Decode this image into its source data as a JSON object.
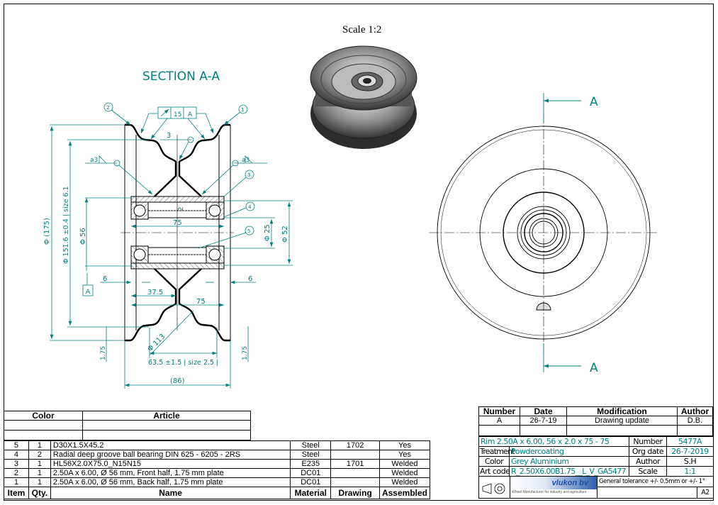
{
  "scale_title": "Scale 1:2",
  "section": {
    "title": "SECTION A-A",
    "balloons": [
      "1",
      "2",
      "3",
      "4",
      "5"
    ],
    "tolerance_frame": {
      "value": "15",
      "datum": "A"
    },
    "weld_size": "3",
    "weld_a3_left": "a3",
    "weld_a3_right": "a3",
    "datum_label": "A",
    "dims": {
      "d175": "Φ (175)",
      "d1516": "Φ 151.6 ±0.4 | size 6.1",
      "d56": "Φ 56",
      "d25": "Φ 25",
      "d52": "Φ 52",
      "w75_top": "75",
      "wall2": "2",
      "w6_left": "6",
      "w6_right": "6",
      "w37_5": "37.5",
      "w75_bottom": "75",
      "d113": "Φ 113",
      "t175_left": "1.75",
      "t175_right": "1.75",
      "w63_5": "63.5 ±1.5 | size 2.5 |",
      "w86": "(86)"
    }
  },
  "side_view": {
    "section_mark_top": "A",
    "section_mark_bottom": "A"
  },
  "bom": {
    "top_headers": {
      "color": "Color",
      "article": "Article"
    },
    "headers": [
      "Item",
      "Qty.",
      "Name",
      "Material",
      "Drawing",
      "Assembled"
    ],
    "rows": [
      {
        "item": "5",
        "qty": "1",
        "name": "D30X1.5X45.2",
        "material": "Steel",
        "drawing": "1702",
        "assembled": "Yes"
      },
      {
        "item": "4",
        "qty": "2",
        "name": "Radial deep groove ball bearing DIN 625 - 6205 - 2RS",
        "material": "Steel",
        "drawing": "",
        "assembled": "Yes"
      },
      {
        "item": "3",
        "qty": "1",
        "name": "HL56X2.0X75.0_N15N15",
        "material": "E235",
        "drawing": "1701",
        "assembled": "Welded"
      },
      {
        "item": "2",
        "qty": "1",
        "name": "2.50A x 6.00,  Ø 56 mm, Front half, 1.75 mm plate",
        "material": "DC01",
        "drawing": "",
        "assembled": "Welded"
      },
      {
        "item": "1",
        "qty": "1",
        "name": "2.50A x 6.00,  Ø 56 mm, Back half, 1.75 mm plate",
        "material": "DC01",
        "drawing": "",
        "assembled": "Welded"
      }
    ]
  },
  "revisions": {
    "headers": [
      "Number",
      "Date",
      "Modification",
      "Author"
    ],
    "rows": [
      {
        "number": "A",
        "date": "26-7-19",
        "modification": "Drawing update",
        "author": "D.B."
      }
    ]
  },
  "title_block": {
    "description": "Rim 2.50A x 6.00,  56 x 2.0 x 75 - 75",
    "number_label": "Number",
    "number": "5477A",
    "treatment_label": "Treatment",
    "treatment": "Powdercoating",
    "org_date_label": "Org date",
    "org_date": "26-7-2019",
    "color_label": "Color",
    "color": "Grey Aluminium",
    "author_label": "Author",
    "author": "S.H",
    "art_code_label": "Art code",
    "art_code": "R_2.50X6.00B1.75__L_V_GA5477",
    "scale_label": "Scale",
    "scale": "1:1",
    "company": "vlukon bv",
    "company_tagline": "Wheel Manufacturer for industry and agriculture",
    "general_tolerance": "General tolerance +/- 0.5mm or +/- 1°",
    "sheet_size": "A2"
  },
  "colors": {
    "dimension": "#00807f",
    "line": "#000000"
  }
}
